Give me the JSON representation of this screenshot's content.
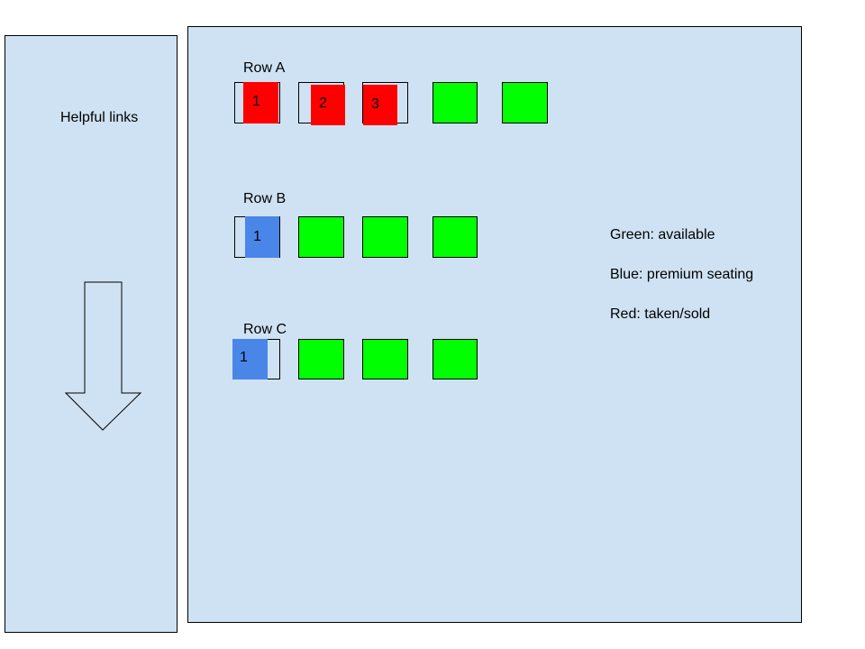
{
  "sidebar": {
    "title": "Helpful links",
    "arrow_icon": "down-arrow-icon"
  },
  "rows": [
    {
      "label": "Row A",
      "seats": [
        {
          "number": "1",
          "status": "taken"
        },
        {
          "number": "2",
          "status": "taken"
        },
        {
          "number": "3",
          "status": "taken"
        },
        {
          "number": "",
          "status": "available"
        },
        {
          "number": "",
          "status": "available"
        }
      ]
    },
    {
      "label": "Row B",
      "seats": [
        {
          "number": "1",
          "status": "premium"
        },
        {
          "number": "",
          "status": "available"
        },
        {
          "number": "",
          "status": "available"
        },
        {
          "number": "",
          "status": "available"
        }
      ]
    },
    {
      "label": "Row C",
      "seats": [
        {
          "number": "1",
          "status": "premium"
        },
        {
          "number": "",
          "status": "available"
        },
        {
          "number": "",
          "status": "available"
        },
        {
          "number": "",
          "status": "available"
        }
      ]
    }
  ],
  "legend": {
    "green": "Green: available",
    "blue": "Blue: premium seating",
    "red": "Red: taken/sold"
  },
  "colors": {
    "panel": "#cfe2f3",
    "available": "#00ff00",
    "premium": "#4a86e8",
    "taken": "#ff0000"
  }
}
